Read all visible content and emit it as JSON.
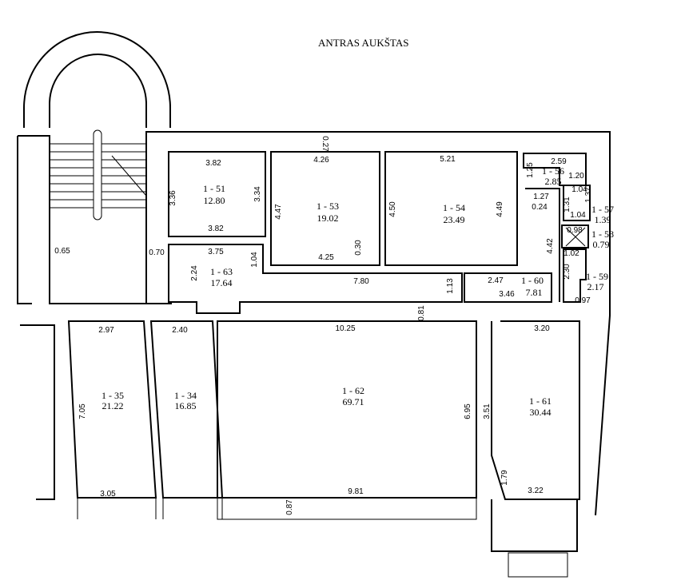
{
  "title": "ANTRAS AUKŠTAS",
  "rooms": [
    {
      "code": "1 - 51",
      "area": "12.80"
    },
    {
      "code": "1 - 53",
      "area": "19.02"
    },
    {
      "code": "1 - 54",
      "area": "23.49"
    },
    {
      "code": "1 - 63",
      "area": "17.64"
    },
    {
      "code": "1 - 56",
      "area": "2.85"
    },
    {
      "code": "1 - 57",
      "area": "1.39"
    },
    {
      "code": "1 - 58",
      "area": "0.79"
    },
    {
      "code": "1 - 59",
      "area": "2.17"
    },
    {
      "code": "1 - 60",
      "area": "7.81"
    },
    {
      "code": "1 - 35",
      "area": "21.22"
    },
    {
      "code": "1 - 34",
      "area": "16.85"
    },
    {
      "code": "1 - 62",
      "area": "69.71"
    },
    {
      "code": "1 - 61",
      "area": "30.44"
    }
  ],
  "dims_h": [
    "3.82",
    "3.82",
    "4.26",
    "5.21",
    "3.75",
    "4.25",
    "7.80",
    "2.47",
    "3.46",
    "0.65",
    "0.70",
    "2.97",
    "2.40",
    "10.25",
    "3.20",
    "3.05",
    "9.81",
    "3.22",
    "2.59",
    "1.20",
    "1.04",
    "1.27",
    "0.24",
    "1.04",
    "0.98",
    "1.02",
    "0.97"
  ],
  "dims_v": [
    "3.36",
    "3.34",
    "4.47",
    "4.50",
    "4.49",
    "0.30",
    "1.04",
    "2.24",
    "1.13",
    "0.81",
    "7.05",
    "6.95",
    "3.51",
    "1.79",
    "0.87",
    "0.27",
    "1.25",
    "1.31",
    "1.37",
    "4.42",
    "2.30"
  ]
}
